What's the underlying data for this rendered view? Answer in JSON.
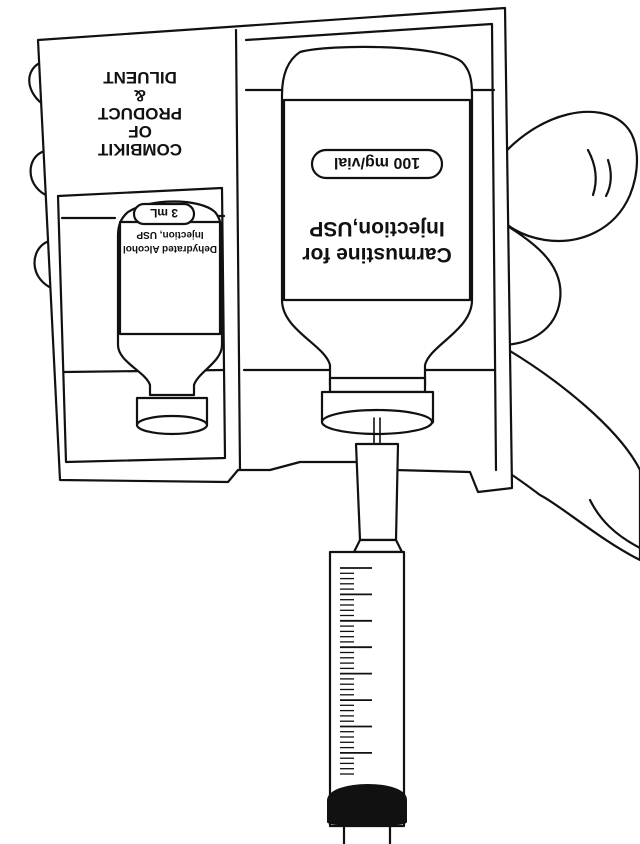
{
  "kit_label": {
    "line1": "COMBIKIT",
    "line2": "OF",
    "line3": "PRODUCT",
    "line4": "&",
    "line5": "DILUENT"
  },
  "product_vial": {
    "name_line1": "Carmustine for",
    "name_line2": "Injection,USP",
    "strength": "100 mg/vial"
  },
  "diluent_vial": {
    "name_line1": "Dehydrated Alcohol",
    "name_line2": "Injection, USP",
    "volume": "3 mL"
  },
  "syringe": {
    "graduation_count": 40
  },
  "colors": {
    "line": "#111111",
    "fill": "#ffffff",
    "plunger": "#111111"
  }
}
